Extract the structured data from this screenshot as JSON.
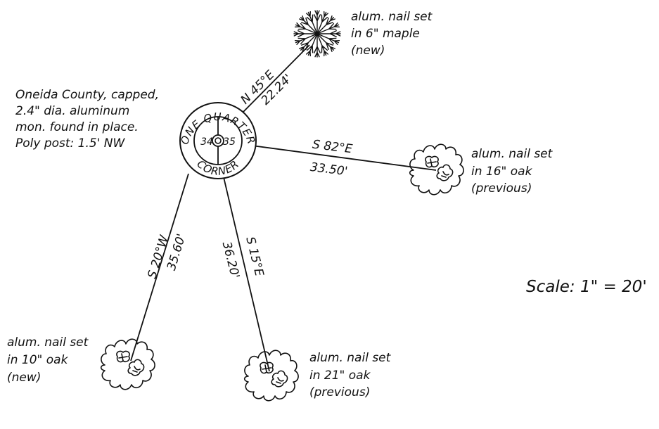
{
  "monument": {
    "title_top": "ONE QUARTER",
    "title_bottom": "CORNER",
    "section_left": "34",
    "section_right": "35",
    "note_lines": [
      "Oneida County, capped,",
      "2.4\" dia. aluminum",
      "mon. found in place.",
      "Poly post: 1.5' NW"
    ]
  },
  "ties": [
    {
      "id": "maple",
      "bearing": "N 45°E",
      "distance": "22.24'",
      "tree": "maple",
      "label": [
        "alum. nail set",
        "in 6\" maple",
        "(new)"
      ]
    },
    {
      "id": "oak16",
      "bearing": "S 82°E",
      "distance": "33.50'",
      "tree": "oak",
      "label": [
        "alum. nail set",
        "in 16\" oak",
        "(previous)"
      ]
    },
    {
      "id": "oak21",
      "bearing": "S 15°E",
      "distance": "36.20'",
      "tree": "oak",
      "label": [
        "alum. nail set",
        "in 21\" oak",
        "(previous)"
      ]
    },
    {
      "id": "oak10",
      "bearing": "S 20°W",
      "distance": "35.60'",
      "tree": "oak",
      "label": [
        "alum. nail set",
        "in 10\" oak",
        "(new)"
      ]
    }
  ],
  "scale": "Scale: 1\" = 20'",
  "colors": {
    "ink": "#111111",
    "background": "#ffffff"
  }
}
